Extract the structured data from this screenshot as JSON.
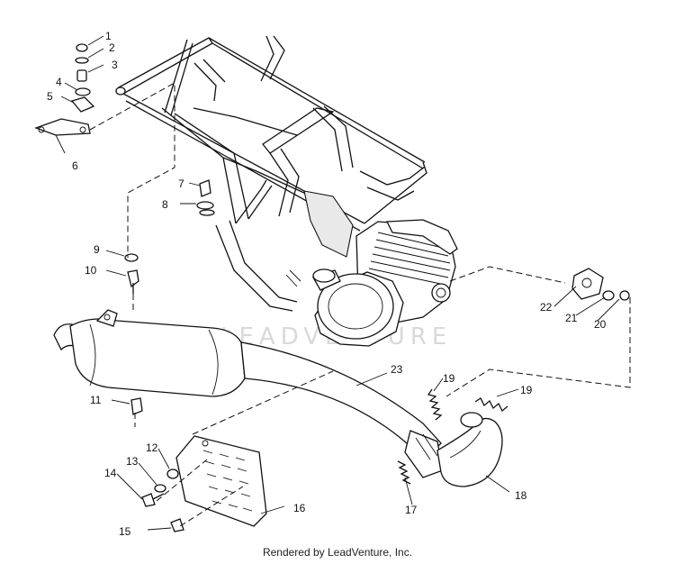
{
  "watermark": "LEADVENTURE",
  "footer": "Rendered by LeadVenture, Inc.",
  "callouts": [
    "1",
    "2",
    "3",
    "4",
    "5",
    "6",
    "7",
    "8",
    "9",
    "10",
    "11",
    "12",
    "13",
    "14",
    "15",
    "16",
    "17",
    "18",
    "19",
    "19",
    "20",
    "21",
    "22",
    "23"
  ]
}
